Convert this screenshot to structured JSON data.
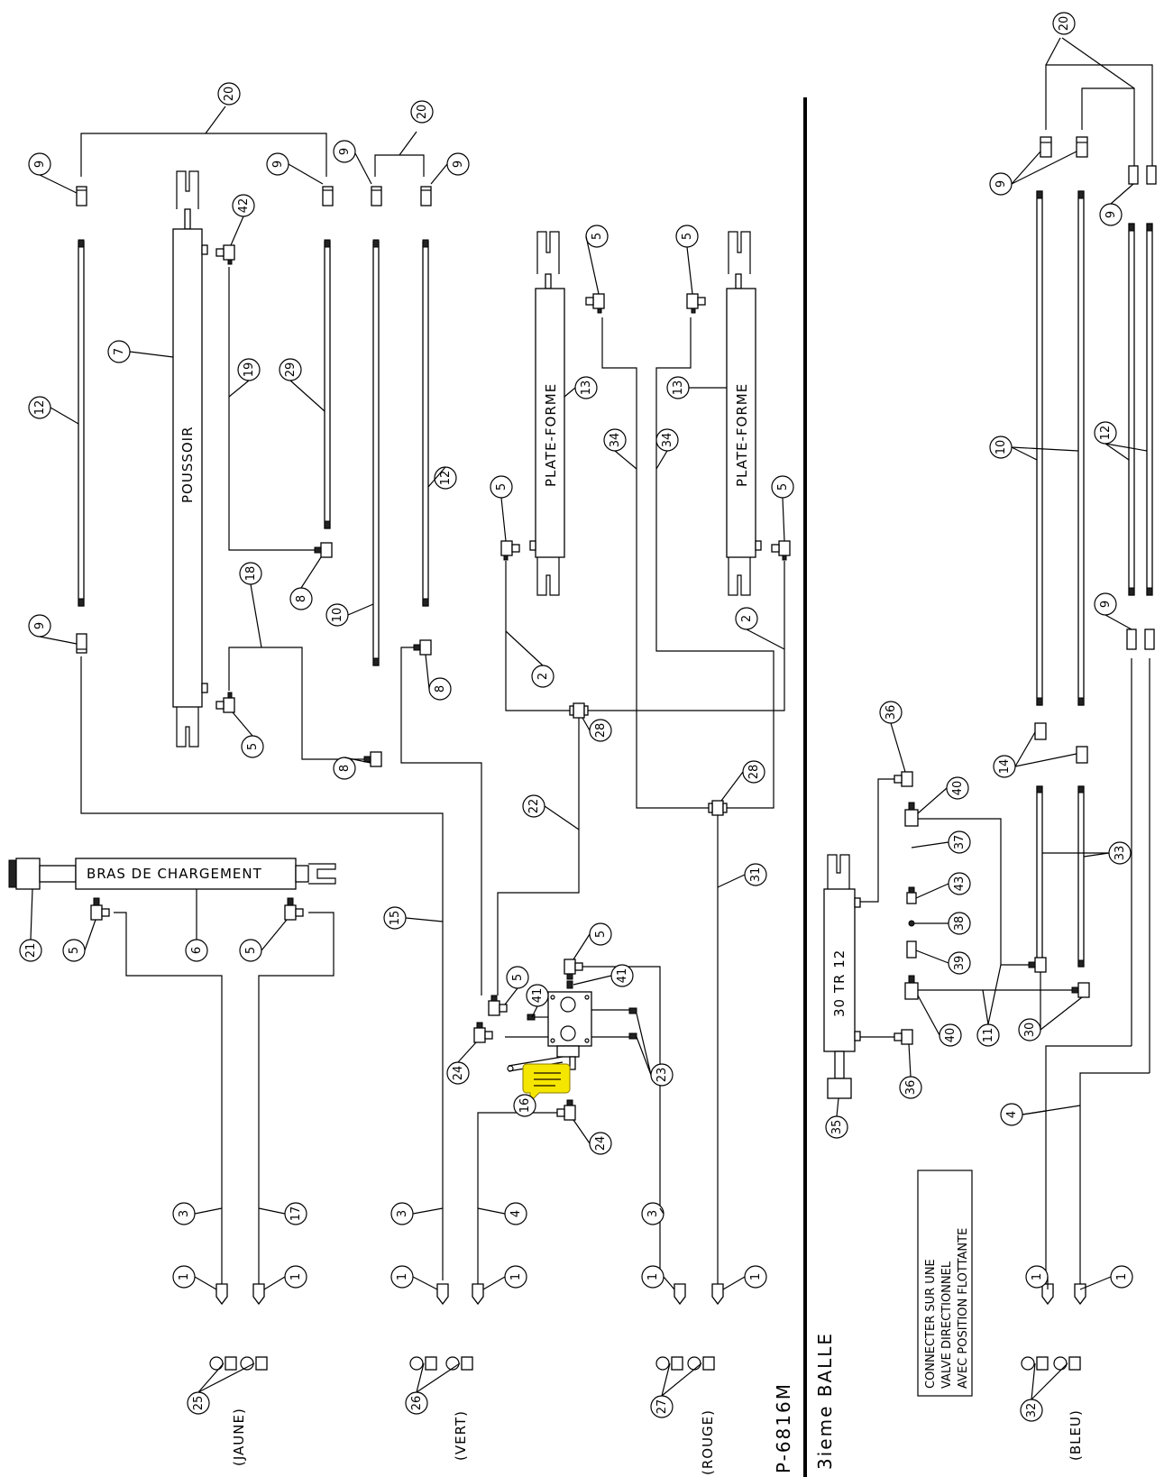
{
  "labels": {
    "poussoir": "POUSSOIR",
    "plate_forme_1": "PLATE-FORME",
    "plate_forme_2": "PLATE-FORME",
    "bras": "BRAS DE CHARGEMENT",
    "tr": "30 TR 12",
    "doc_id": "P-6816M",
    "balle": "3ieme BALLE",
    "note_l1": "CONNECTER SUR UNE",
    "note_l2": "VALVE DIRECTIONNEL",
    "note_l3": "AVEC POSITION FLOTTANTE",
    "jaune": "(JAUNE)",
    "vert": "(VERT)",
    "rouge": "(ROUGE)",
    "bleu": "(BLEU)"
  },
  "callouts": [
    "1",
    "2",
    "3",
    "4",
    "5",
    "6",
    "7",
    "8",
    "9",
    "10",
    "11",
    "12",
    "13",
    "14",
    "15",
    "16",
    "17",
    "18",
    "19",
    "20",
    "21",
    "22",
    "23",
    "24",
    "25",
    "26",
    "27",
    "28",
    "29",
    "30",
    "31",
    "32",
    "33",
    "34",
    "35",
    "36",
    "37",
    "38",
    "39",
    "40",
    "41",
    "42",
    "43"
  ],
  "comment_icon_color": "#f5e600"
}
